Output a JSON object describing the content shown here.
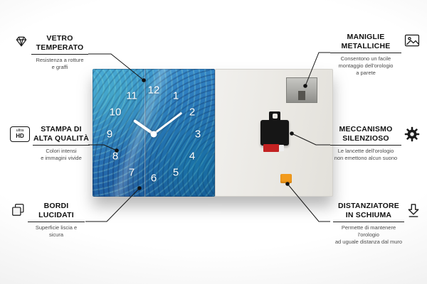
{
  "colors": {
    "clock_blue": "#2a6fb0",
    "back_panel": "#e9e7e2",
    "spacer_orange": "#f29b1d",
    "mechanism_black": "#161616",
    "line_black": "#161616"
  },
  "clock": {
    "numbers": [
      "12",
      "1",
      "2",
      "3",
      "4",
      "5",
      "6",
      "7",
      "8",
      "9",
      "10",
      "11"
    ]
  },
  "callouts": {
    "vetro": {
      "title": "VETRO\nTEMPERATO",
      "subtitle": "Resistenza a rotture\ne graffi"
    },
    "stampa": {
      "title": "STAMPA DI\nALTA QUALITÀ",
      "subtitle": "Colori intensi\ne immagini vivide",
      "icon_label_top": "ultra",
      "icon_label_bottom": "HD"
    },
    "bordi": {
      "title": "BORDI\nLUCIDATI",
      "subtitle": "Superficie liscia e sicura"
    },
    "maniglie": {
      "title": "MANIGLIE\nMETALLICHE",
      "subtitle": "Consentono un facile\nmontaggio dell'orologio\na parete"
    },
    "meccanismo": {
      "title": "MECCANISMO\nSILENZIOSO",
      "subtitle": "Le lancette dell'orologio\nnon emettono alcun suono"
    },
    "distanziatore": {
      "title": "DISTANZIATORE\nIN SCHIUMA",
      "subtitle": "Permette di mantenere l'orologio\nad uguale distanza dal muro"
    }
  }
}
